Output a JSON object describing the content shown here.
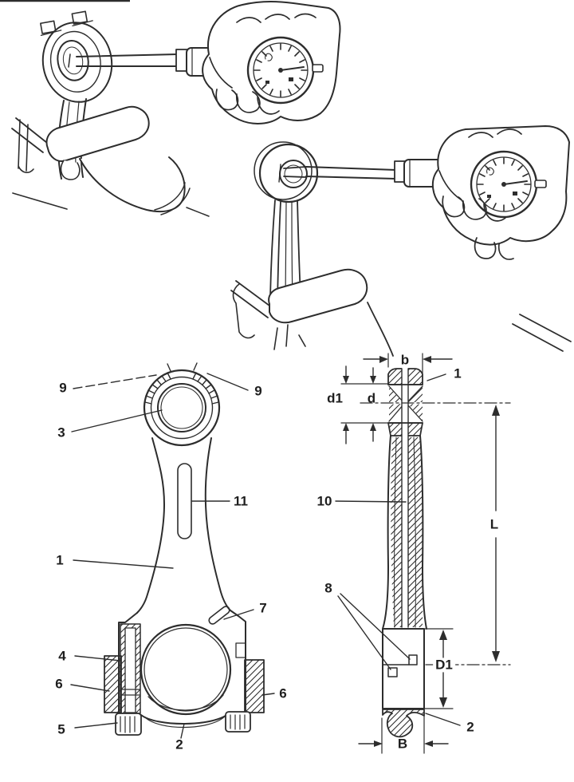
{
  "page": {
    "background": "#ffffff",
    "ink": "#2d2d2d"
  },
  "illustrations": {
    "top": {
      "id": "dial-bore-gauge-measuring-big-end"
    },
    "middle": {
      "id": "dial-bore-gauge-measuring-small-end"
    }
  },
  "front_view": {
    "callouts": [
      {
        "id": "9-left",
        "label": "9"
      },
      {
        "id": "9-right",
        "label": "9"
      },
      {
        "id": "3",
        "label": "3"
      },
      {
        "id": "1",
        "label": "1"
      },
      {
        "id": "11",
        "label": "11"
      },
      {
        "id": "7",
        "label": "7"
      },
      {
        "id": "4",
        "label": "4"
      },
      {
        "id": "6-left",
        "label": "6"
      },
      {
        "id": "6-right",
        "label": "6"
      },
      {
        "id": "5",
        "label": "5"
      },
      {
        "id": "2",
        "label": "2"
      }
    ]
  },
  "side_view": {
    "labels": [
      {
        "id": "b",
        "label": "b"
      },
      {
        "id": "1",
        "label": "1"
      },
      {
        "id": "d1",
        "label": "d1"
      },
      {
        "id": "d",
        "label": "d"
      },
      {
        "id": "10",
        "label": "10"
      },
      {
        "id": "L",
        "label": "L"
      },
      {
        "id": "8",
        "label": "8"
      },
      {
        "id": "D1",
        "label": "D1"
      },
      {
        "id": "2",
        "label": "2"
      },
      {
        "id": "B",
        "label": "B"
      }
    ]
  }
}
